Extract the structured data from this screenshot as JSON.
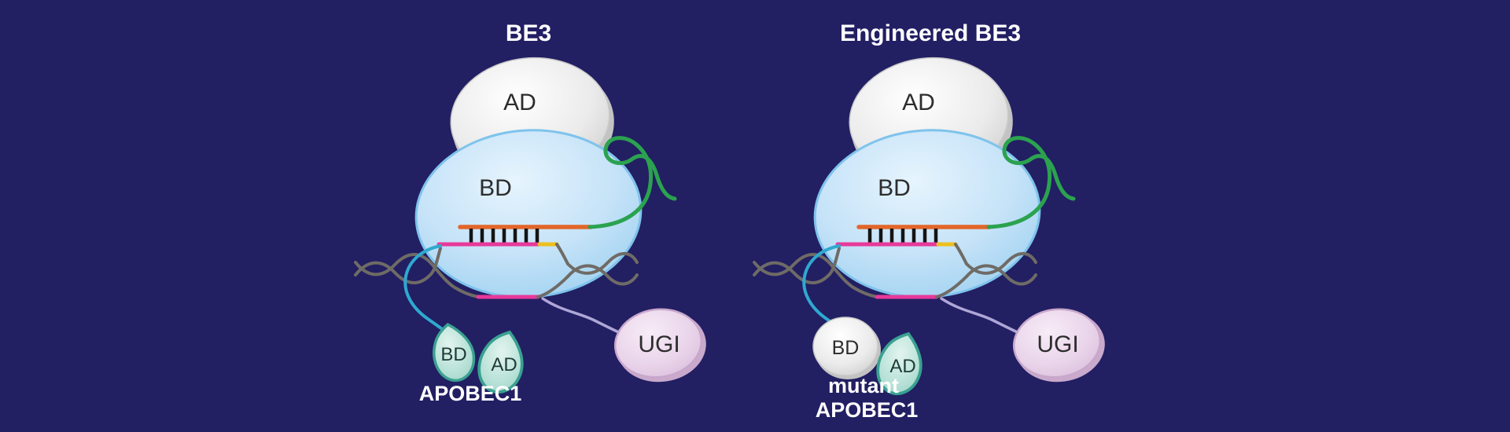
{
  "figure": {
    "background": "#221f63",
    "panels": [
      {
        "id": "be3",
        "title": "BE3",
        "cas9": {
          "ad_label": "AD",
          "bd_label": "BD"
        },
        "apobec": {
          "bd_label": "BD",
          "ad_label": "AD",
          "name": "APOBEC1"
        },
        "ugi_label": "UGI"
      },
      {
        "id": "engineered-be3",
        "title": "Engineered BE3",
        "cas9": {
          "ad_label": "AD",
          "bd_label": "BD"
        },
        "apobec": {
          "bd_label": "BD",
          "ad_label": "AD",
          "name_line1": "mutant",
          "name_line2": "APOBEC1"
        },
        "ugi_label": "UGI"
      }
    ],
    "colors": {
      "background": "#221f63",
      "title_text": "#ffffff",
      "cas9_body_blue": "#bfe0f8",
      "cas9_outline": "#7fc3ec",
      "ad_domain_gray": "#ececec",
      "ad_domain_outline": "#c9c9c9",
      "sgrna_green": "#2ba24f",
      "spacer_orange": "#e2662a",
      "base_pair_rungs": "#151515",
      "target_strand_pink": "#e8399a",
      "pam_yellow": "#edbf1e",
      "dna_gray": "#6f6b66",
      "apobec_leaf_fill": "#b5e0d6",
      "apobec_leaf_outline": "#3aa191",
      "linker_cyan": "#2fa9cf",
      "linker_lavender": "#aea6d6",
      "ugi_fill": "#e9d4ea",
      "ugi_outline": "#c9a7cc",
      "domain_label_dark": "#2d2d2d"
    }
  }
}
